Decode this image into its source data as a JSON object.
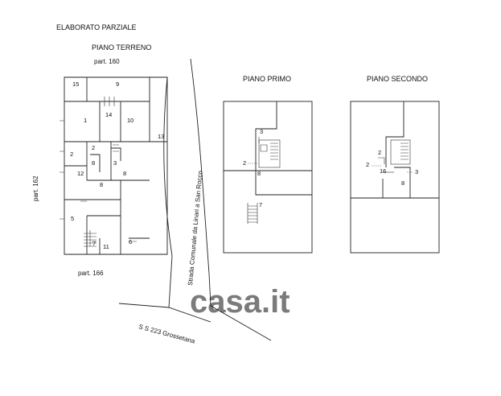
{
  "title": "ELABORATO PARZIALE",
  "floors": {
    "terreno": "PIANO TERRENO",
    "primo": "PIANO PRIMO",
    "secondo": "PIANO SECONDO"
  },
  "parcels": {
    "north": "part. 160",
    "west": "part. 162",
    "south": "part. 166"
  },
  "roads": {
    "strada_comunale": "Strada Comunale da Linari a San Rocco",
    "ss223": "S S 223 Grossetana"
  },
  "watermark": "casa.it",
  "rooms_terreno": {
    "r15": "15",
    "r9": "9",
    "r14": "14",
    "r1": "1",
    "r10": "10",
    "r13": "13",
    "r2a": "2",
    "r8a": "8",
    "r3": "3",
    "r2b": "2",
    "r12": "12",
    "r8b": "8",
    "r8c": "8",
    "r5": "5",
    "r7": "7",
    "r11": "11",
    "r6": "6"
  },
  "rooms_primo": {
    "r3": "3",
    "r2": "2",
    "r8": "8",
    "r7": "7"
  },
  "rooms_secondo": {
    "r2a": "2",
    "r2b": "2",
    "r16": "16",
    "r3": "3",
    "r8": "8"
  }
}
